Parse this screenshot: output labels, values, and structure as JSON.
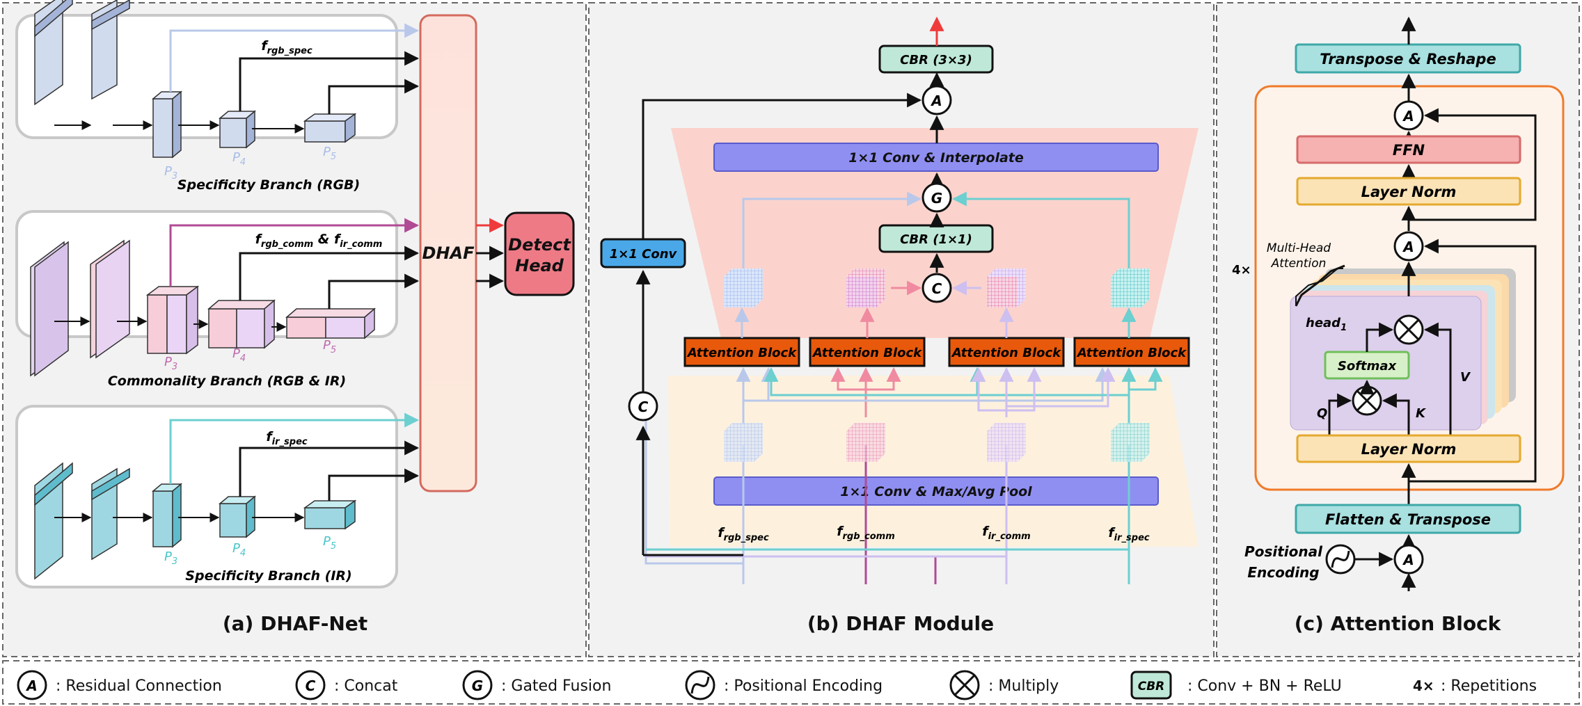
{
  "panel_a": {
    "caption": "(a) DHAF-Net",
    "rgb_branch": "Specificity Branch (RGB)",
    "common_branch": "Commonality Branch (RGB & IR)",
    "ir_branch": "Specificity Branch (IR)",
    "p3": "P3",
    "p4": "P4",
    "p5": "P5",
    "f_rgb_spec": "frgb_spec",
    "f_common": "frgb_comm & fir_comm",
    "f_ir_spec": "fir_spec",
    "dhaf": "DHAF",
    "detect_line1": "Detect",
    "detect_line2": "Head"
  },
  "panel_b": {
    "caption": "(b) DHAF Module",
    "cbr3": "CBR (3×3)",
    "conv_interp": "1×1 Conv & Interpolate",
    "cbr1": "CBR (1×1)",
    "conv1": "1×1 Conv",
    "attention_block": "Attention Block",
    "pool": "1×1 Conv & Max/Avg Pool",
    "in_rgb_spec": "frgb_spec",
    "in_rgb_comm": "frgb_comm",
    "in_ir_comm": "fir_comm",
    "in_ir_spec": "fir_spec"
  },
  "panel_c": {
    "caption": "(c) Attention Block",
    "transpose_reshape": "Transpose & Reshape",
    "ffn": "FFN",
    "layer_norm": "Layer Norm",
    "mha_line1": "Multi-Head",
    "mha_line2": "Attention",
    "repeat": "4×",
    "head": "head1",
    "softmax": "Softmax",
    "q": "Q",
    "k": "K",
    "v": "V",
    "flatten": "Flatten & Transpose",
    "pos_line1": "Positional",
    "pos_line2": "Encoding"
  },
  "legend": {
    "a_symbol": "A",
    "a_text": ": Residual Connection",
    "c_symbol": "C",
    "c_text": ": Concat",
    "g_symbol": "G",
    "g_text": ": Gated Fusion",
    "pos_text": ": Positional Encoding",
    "mul_text": ": Multiply",
    "cbr_symbol": "CBR",
    "cbr_text": ": Conv + BN + ReLU",
    "rep_symbol": "4×",
    "rep_text": ": Repetitions"
  },
  "colors": {
    "rgb": "#b9c8ea",
    "common": "#b04a95",
    "ir": "#6ccfd0",
    "attention_block": "#e8590c",
    "conv_bar": "#8f8ff2",
    "cbr": "#bfe8d8",
    "detect": "#ee7a86",
    "outline_orange": "#f07a2a"
  }
}
